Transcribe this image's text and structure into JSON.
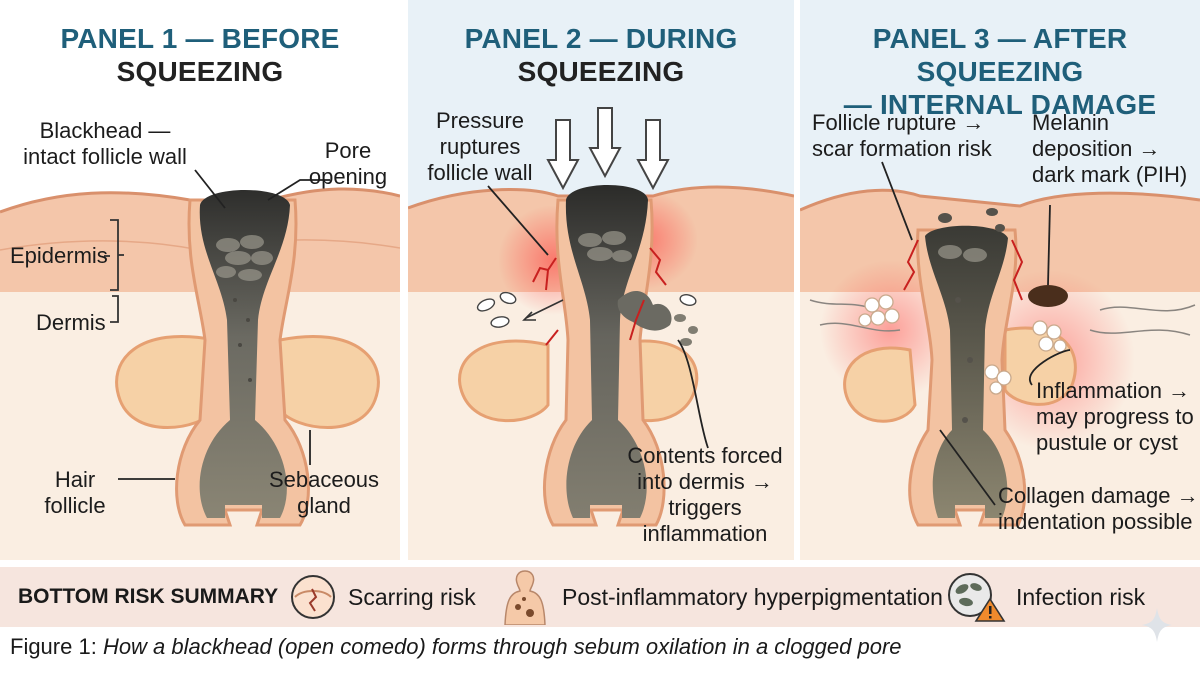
{
  "panels": [
    {
      "title_line1": "PANEL 1 — BEFORE",
      "title_line2": "SQUEEZING",
      "labels": {
        "blackhead": "Blackhead —",
        "blackhead2": "intact follicle wall",
        "pore": "Pore",
        "pore2": "opening",
        "epidermis": "Epidermis",
        "dermis": "Dermis",
        "hair": "Hair",
        "hair2": "follicle",
        "sebaceous": "Sebaceous",
        "sebaceous2": "gland"
      }
    },
    {
      "title_line1": "PANEL 2 — DURING",
      "title_line2": "SQUEEZING",
      "labels": {
        "pressure": "Pressure",
        "pressure2": "ruptures",
        "pressure3": "follicle wall",
        "contents": "Contents forced",
        "contents2": "into dermis →",
        "contents3": "triggers",
        "contents4": "inflammation"
      }
    },
    {
      "title_line1": "PANEL 3 — AFTER SQUEEZING",
      "title_line2": "— INTERNAL DAMAGE",
      "labels": {
        "rupture": "Follicle rupture →",
        "rupture2": "scar formation risk",
        "melanin": "Melanin",
        "melanin2": "deposition →",
        "melanin3": "dark mark (PIH)",
        "inflam": "Inflammation →",
        "inflam2": "may progress to",
        "inflam3": "pustule or cyst",
        "collagen": "Collagen damage →",
        "collagen2": "indentation possible"
      }
    }
  ],
  "summary": {
    "title": "BOTTOM RISK SUMMARY",
    "risks": [
      {
        "label": "Scarring risk",
        "icon": "scar-icon"
      },
      {
        "label": "Post-inflammatory hyperpigmentation",
        "icon": "body-pigmentation-icon"
      },
      {
        "label": "Infection risk",
        "icon": "bacteria-warning-icon"
      }
    ]
  },
  "caption": {
    "prefix": "Figure 1: ",
    "text": "How a blackhead (open comedo) forms through sebum oxilation in a clogged pore"
  },
  "colors": {
    "title_blue": "#1f5f7a",
    "panel_bg": "#e8f1f7",
    "skin_top": "#f0b89a",
    "dermis": "#f8e4cf",
    "plug_dark": "#3b3b36",
    "inflammation_red": "#e34b4b",
    "strip_bg": "#f6e5de"
  }
}
